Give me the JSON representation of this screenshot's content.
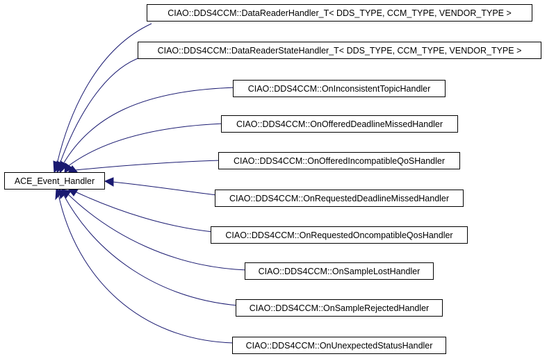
{
  "diagram": {
    "base": {
      "label": "ACE_Event_Handler"
    },
    "derived": [
      {
        "label": "CIAO::DDS4CCM::DataReaderHandler_T< DDS_TYPE, CCM_TYPE, VENDOR_TYPE >"
      },
      {
        "label": "CIAO::DDS4CCM::DataReaderStateHandler_T< DDS_TYPE, CCM_TYPE, VENDOR_TYPE >"
      },
      {
        "label": "CIAO::DDS4CCM::OnInconsistentTopicHandler"
      },
      {
        "label": "CIAO::DDS4CCM::OnOfferedDeadlineMissedHandler"
      },
      {
        "label": "CIAO::DDS4CCM::OnOfferedIncompatibleQoSHandler"
      },
      {
        "label": "CIAO::DDS4CCM::OnRequestedDeadlineMissedHandler"
      },
      {
        "label": "CIAO::DDS4CCM::OnRequestedOncompatibleQosHandler"
      },
      {
        "label": "CIAO::DDS4CCM::OnSampleLostHandler"
      },
      {
        "label": "CIAO::DDS4CCM::OnSampleRejectedHandler"
      },
      {
        "label": "CIAO::DDS4CCM::OnUnexpectedStatusHandler"
      }
    ],
    "colors": {
      "edge": "#191970",
      "box_stroke": "#000000",
      "box_fill": "#ffffff",
      "text": "#000000"
    }
  }
}
